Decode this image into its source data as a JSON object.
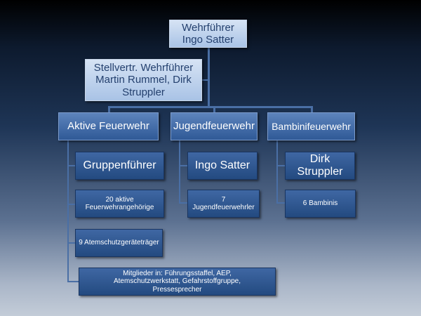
{
  "head": {
    "title": "Wehrführer",
    "name": "Ingo Satter"
  },
  "deputy": {
    "text": "Stellvertr. Wehrführer Martin Rummel, Dirk Struppler"
  },
  "departments": [
    {
      "label": "Aktive Feuerwehr",
      "items": [
        "Gruppenführer",
        "20 aktive Feuerwehrangehörige",
        "9 Atemschutzgeräteträger",
        "Mitglieder in: Führungsstaffel, AEP, Atemschutzwerkstatt, Gefahrstoffgruppe, Pressesprecher"
      ]
    },
    {
      "label": "Jugendfeuerwehr",
      "items": [
        "Ingo Satter",
        "7 Jugendfeuerwehrler"
      ]
    },
    {
      "label": "Bambinifeuerwehr",
      "items": [
        "Dirk Struppler",
        "6 Bambinis"
      ]
    }
  ]
}
